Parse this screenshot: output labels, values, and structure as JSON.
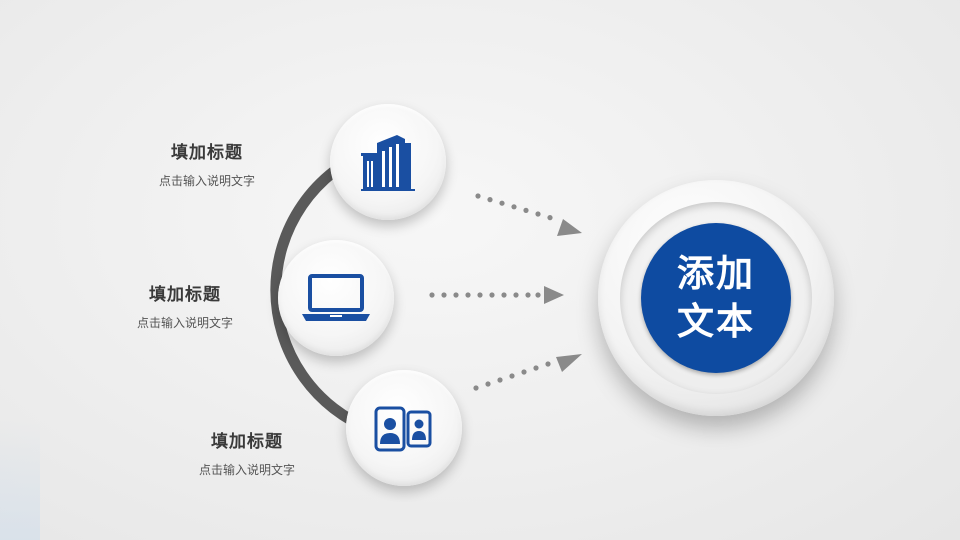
{
  "items": [
    {
      "title": "填加标题",
      "desc": "点击输入说明文字",
      "icon": "office-building-icon"
    },
    {
      "title": "填加标题",
      "desc": "点击输入说明文字",
      "icon": "laptop-icon"
    },
    {
      "title": "填加标题",
      "desc": "点击输入说明文字",
      "icon": "mobile-contacts-icon"
    }
  ],
  "center": {
    "line1": "添加",
    "line2": "文本"
  },
  "colors": {
    "accent": "#0e4ba1",
    "arrow": "#8a8a8a",
    "arc": "#555555"
  }
}
